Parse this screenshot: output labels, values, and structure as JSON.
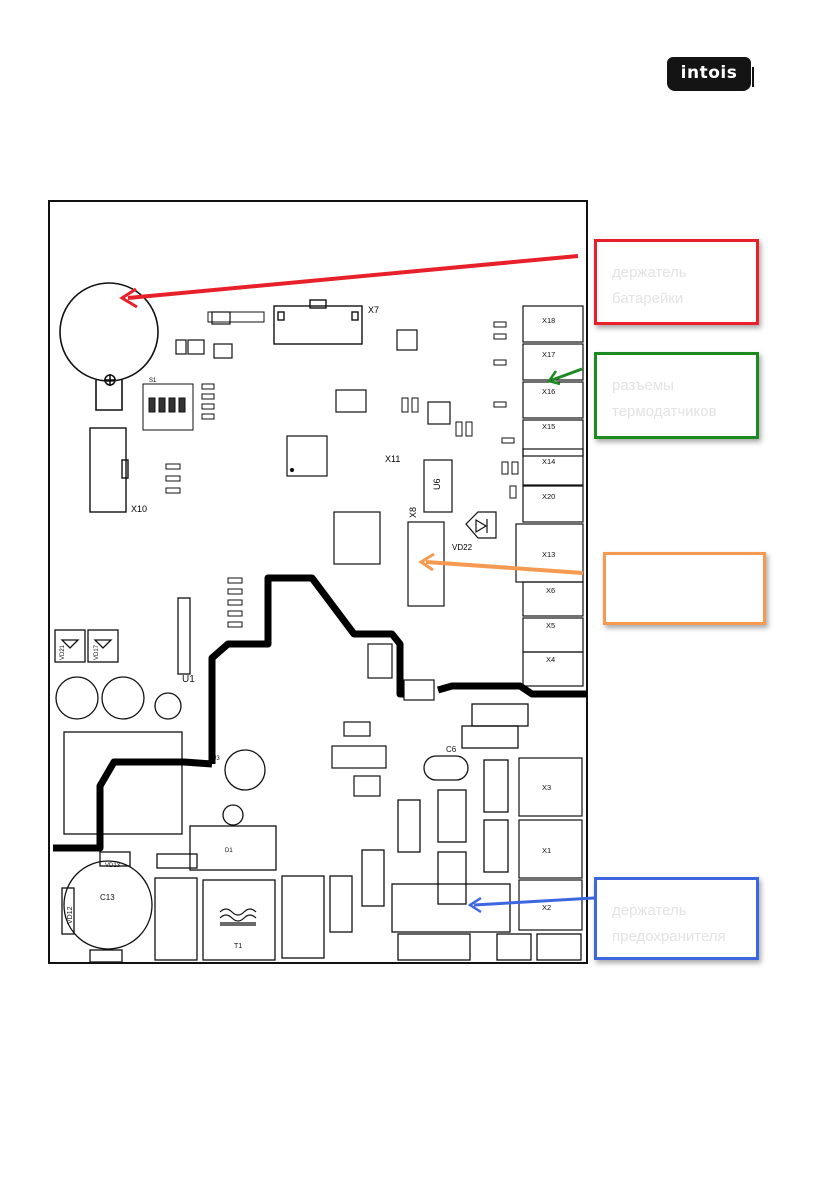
{
  "brand": {
    "logo_text": "intois"
  },
  "colors": {
    "battery": "#e8202a",
    "sensor": "#1d8a22",
    "unlabeled": "#f59a50",
    "fuse": "#3c67e0",
    "trace": "#000000"
  },
  "callouts": {
    "battery": {
      "text": "держатель\nбатарейки"
    },
    "sensor": {
      "text": "разъемы\nтермодатчиков"
    },
    "unlabeled": {
      "text": ""
    },
    "fuse": {
      "text": "держатель\nпредохранителя"
    }
  },
  "board": {
    "connectors_right": [
      "X18",
      "X17",
      "X16",
      "X15",
      "X14",
      "X20",
      "X13",
      "X6",
      "X5",
      "X4",
      "X3",
      "X1",
      "X2"
    ],
    "labels": {
      "x7": "X7",
      "x10": "X10",
      "x11": "X11",
      "x8": "X8",
      "u6": "U6",
      "u1": "U1",
      "vd22": "VD22",
      "c6": "C6",
      "c13": "C13",
      "d1": "D1",
      "s1": "S1",
      "t1": "T1",
      "vd12": "VD12",
      "vd13": "VD13",
      "vd21": "VD21",
      "vd17": "VD17",
      "u3": "U3"
    }
  }
}
